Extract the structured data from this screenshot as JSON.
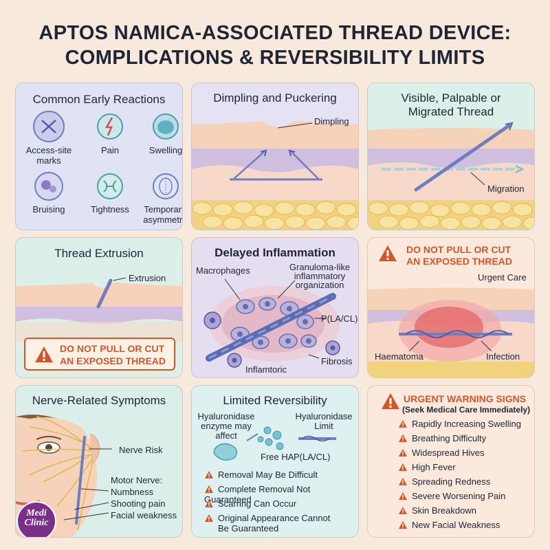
{
  "title_line1": "APTOS NAMICA-ASSOCIATED THREAD DEVICE:",
  "title_line2": "COMPLICATIONS & REVERSIBILITY LIMITS",
  "panels": {
    "early": {
      "title": "Common Early Reactions",
      "items": [
        "Access-site marks",
        "Pain",
        "Swelling",
        "Bruising",
        "Tightness",
        "Temporary asymmetry"
      ]
    },
    "dimpling": {
      "title": "Dimpling and Puckering",
      "label": "Dimpling"
    },
    "migrated": {
      "title_line1": "Visible, Palpable or",
      "title_line2": "Migrated Thread",
      "label": "Migration"
    },
    "extrusion": {
      "title": "Thread Extrusion",
      "label": "Extrusion",
      "warning_line1": "DO NOT PULL OR CUT",
      "warning_line2": "AN EXPOSED THREAD"
    },
    "inflammation": {
      "title": "Delayed Inflammation",
      "macrophages": "Macrophages",
      "granuloma_line1": "Granuloma-like",
      "granuloma_line2": "inflammatory",
      "granuloma_line3": "organization",
      "material": "P(LA/CL)",
      "fibrosis": "Fibrosis",
      "inflamtoric": "Inflamtoric"
    },
    "urgent": {
      "warning_line1": "DO NOT PULL OR CUT",
      "warning_line2": "AN EXPOSED THREAD",
      "urgent_care": "Urgent Care",
      "haematoma": "Haematoma",
      "infection": "Infection"
    },
    "nerve": {
      "title": "Nerve-Related Symptoms",
      "nerve_risk": "Nerve Risk",
      "motor_line1": "Motor Nerve:",
      "numbness": "Numbness",
      "shooting": "Shooting pain",
      "weakness": "Facial weakness",
      "logo_line1": "Medi",
      "logo_line2": "Clinic"
    },
    "reversibility": {
      "title": "Limited Reversibility",
      "enzyme_line1": "Hyaluronidase",
      "enzyme_line2": "enzyme may",
      "enzyme_line3": "affect",
      "limit_line1": "Hyaluronidase",
      "limit_line2": "Limit",
      "free_ha": "Free HA",
      "material": "P(LA/CL)",
      "points": [
        "Removal May Be Difficult",
        "Complete Removal Not Guaranteed",
        "Scarring Can Occur",
        "Original Appearance Cannot",
        "Be Guaranteed"
      ]
    },
    "signs": {
      "title": "URGENT WARNING SIGNS",
      "subtitle": "(Seek Medical Care Immediately)",
      "items": [
        "Rapidly Increasing Swelling",
        "Breathing Difficulty",
        "Widespread Hives",
        "High Fever",
        "Spreading Redness",
        "Severe Worsening Pain",
        "Skin Breakdown",
        "New Facial Weakness"
      ]
    }
  },
  "colors": {
    "warning": "#d2562b",
    "thread": "#6e7ec0",
    "skin": "#f4cfb4"
  }
}
